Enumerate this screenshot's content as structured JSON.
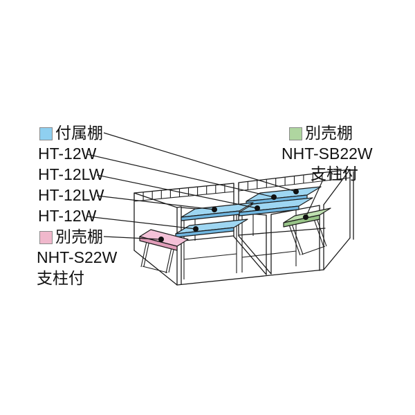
{
  "legends": {
    "attached": {
      "label": "付属棚",
      "color": "#8FD0F0",
      "models": [
        "HT-12W",
        "HT-12LW",
        "HT-12LW",
        "HT-12W"
      ]
    },
    "optional_green": {
      "label": "別売棚",
      "color": "#AFD6A0",
      "model": "NHT-SB22W",
      "note": "支柱付"
    },
    "optional_pink": {
      "label": "別売棚",
      "color": "#F0B8CC",
      "model": "NHT-S22W",
      "note": "支柱付"
    }
  },
  "diagram": {
    "line_color": "#1a1a1a",
    "shelf_colors": {
      "attached_top": "#9ED6F2",
      "attached_side": "#70B6E0",
      "green_top": "#BFE0B0",
      "green_side": "#98C488",
      "pink_top": "#F4C2D8",
      "pink_side": "#E09CB8"
    }
  }
}
